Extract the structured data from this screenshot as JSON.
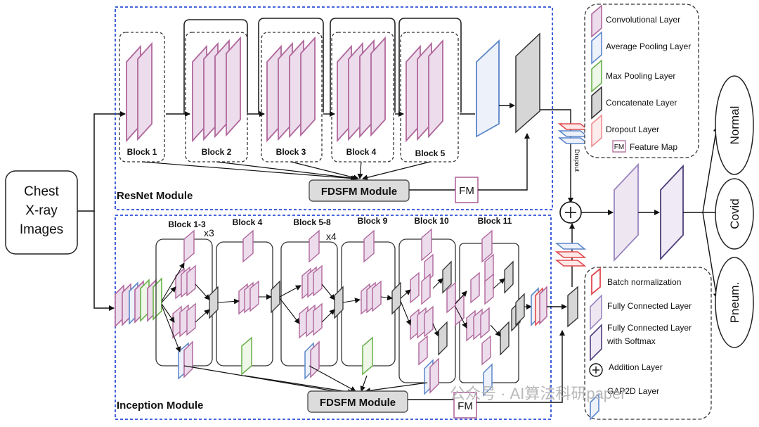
{
  "input": {
    "line1": "Chest",
    "line2": "X-ray",
    "line3": "Images"
  },
  "resnet": {
    "module_label": "ResNet Module",
    "blocks": [
      "Block 1",
      "Block 2",
      "Block 3",
      "Block 4",
      "Block 5"
    ],
    "fdsfm_label": "FDSFM Module",
    "fm_label": "FM"
  },
  "inception": {
    "module_label": "Inception Module",
    "blocks": [
      "Block 1-3",
      "Block 4",
      "Block 5-8",
      "Block 9",
      "Block 10",
      "Block 11"
    ],
    "repeat_1": "x3",
    "repeat_2": "x4",
    "fdsfm_label": "FDSFM Module",
    "fm_label": "FM"
  },
  "dropout_side_label": "Dropout",
  "outputs": [
    "Normal",
    "Covid",
    "Pneum."
  ],
  "legend_top": {
    "conv": "Convolutional Layer",
    "avgpool": "Average Pooling Layer",
    "maxpool": "Max Pooling Layer",
    "concat": "Concatenate Layer",
    "dropout": "Dropout Layer",
    "fm_box": "FM",
    "fm_text": "Feature Map"
  },
  "legend_bottom": {
    "bn": "Batch normalization",
    "fc": "Fully Connected Layer",
    "fcs_1": "Fully Connected Layer",
    "fcs_2": "with Softmax",
    "add": "Addition Layer",
    "gap": "GAP2D Layer"
  },
  "watermark": "公众号 · AI算法科研paper",
  "colors": {
    "conv_fill": "#ecdcec",
    "conv_stroke": "#b0689c",
    "pool_stroke": "#5b86c9",
    "max_stroke": "#6ab04c",
    "concat_fill": "#d6d6d6",
    "concat_stroke": "#333333",
    "dropout_stroke": "#e0484e",
    "module_border": "#2b4fd6",
    "fc_fill": "#eee7f2",
    "fc_stroke": "#7a6ba8"
  }
}
